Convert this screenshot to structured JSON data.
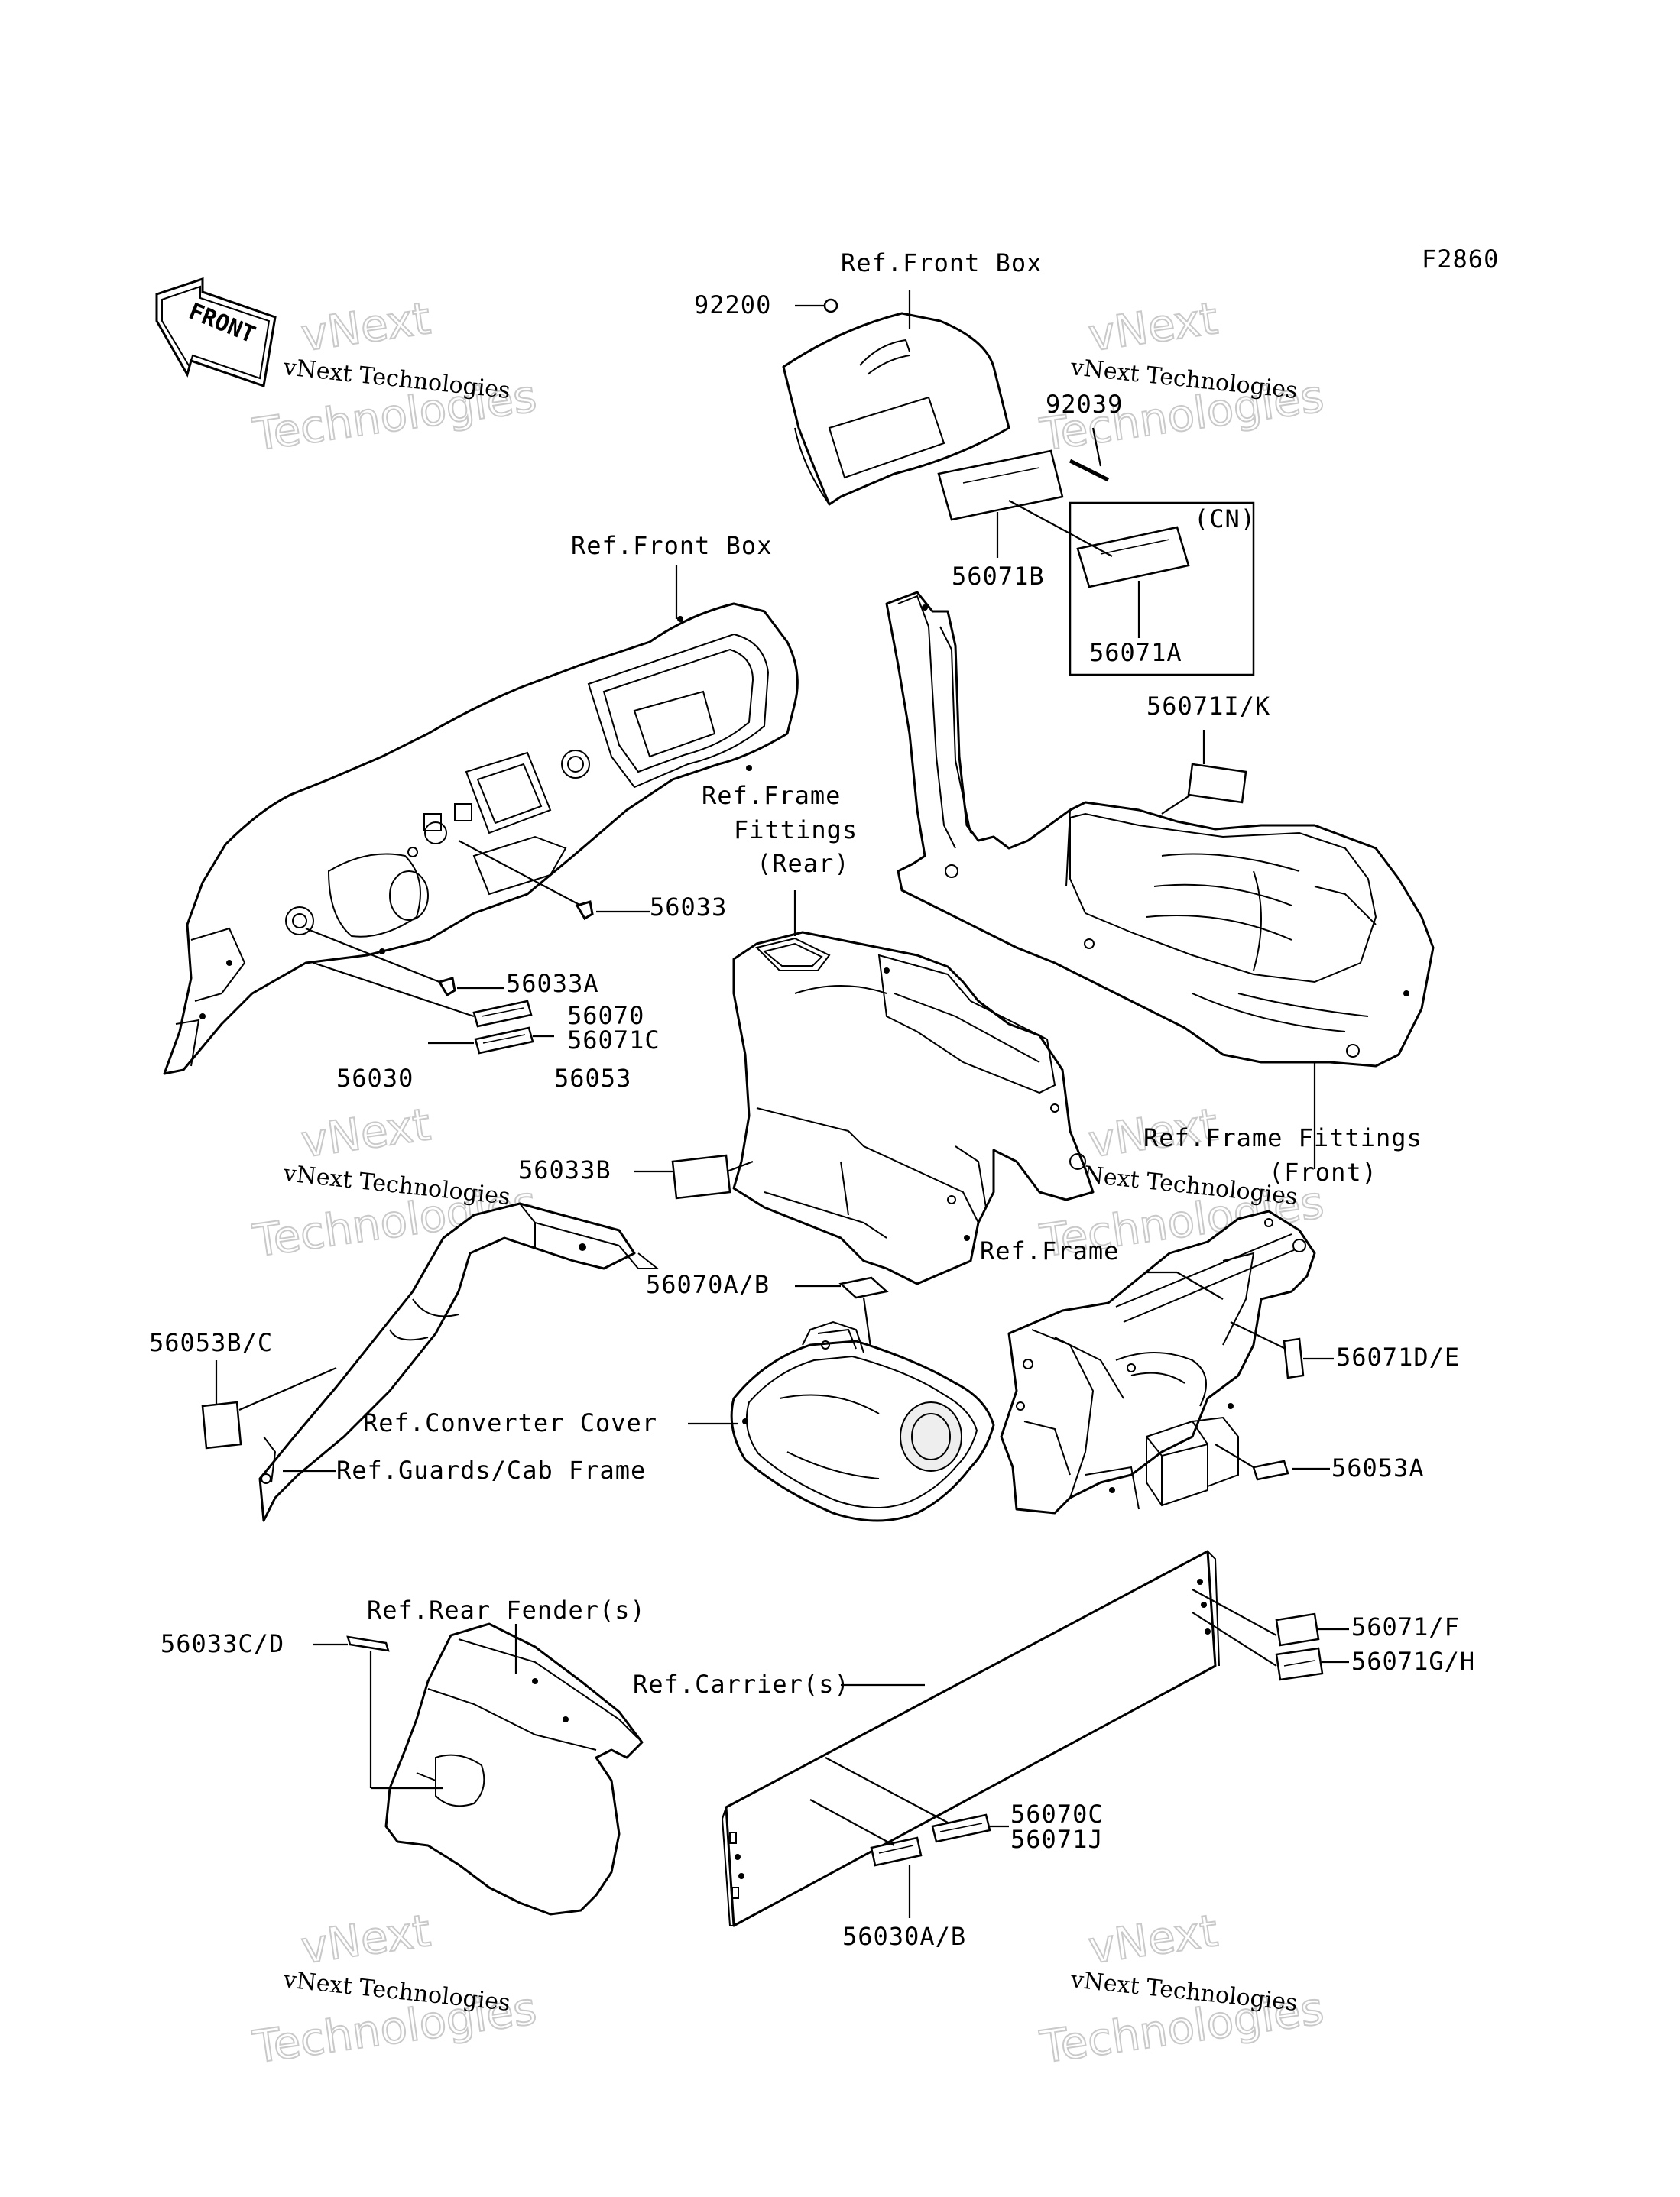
{
  "figure_code": "F2860",
  "front_arrow": {
    "text": "FRONT"
  },
  "watermark": {
    "line1": "vNext Technologies",
    "line2": "Technologies",
    "line3": "vNext"
  },
  "labels": {
    "ref_front_box_top": "Ref.Front Box",
    "p92200": "92200",
    "p92039": "92039",
    "cn": "(CN)",
    "p56071B": "56071B",
    "p56071A": "56071A",
    "ref_front_box_mid": "Ref.Front Box",
    "p56071IK": "56071I/K",
    "ref_frame_fittings_rear_1": "Ref.Frame",
    "ref_frame_fittings_rear_2": "Fittings",
    "ref_frame_fittings_rear_3": "(Rear)",
    "p56033": "56033",
    "p56033A": "56033A",
    "p56070": "56070",
    "p56071C": "56071C",
    "p56030": "56030",
    "p56053": "56053",
    "p56033B": "56033B",
    "ref_frame_fittings_front_1": "Ref.Frame Fittings",
    "ref_frame_fittings_front_2": "(Front)",
    "p56070AB": "56070A/B",
    "ref_frame": "Ref.Frame",
    "p56053BC": "56053B/C",
    "p56071DE": "56071D/E",
    "ref_converter_cover": "Ref.Converter Cover",
    "p56053A": "56053A",
    "ref_guards_cab_frame": "Ref.Guards/Cab Frame",
    "ref_rear_fender": "Ref.Rear Fender(s)",
    "p56033CD": "56033C/D",
    "p56071F": "56071/F",
    "p56071GH": "56071G/H",
    "ref_carrier": "Ref.Carrier(s)",
    "p56070C": "56070C",
    "p56071J": "56071J",
    "p56030AB": "56030A/B"
  }
}
